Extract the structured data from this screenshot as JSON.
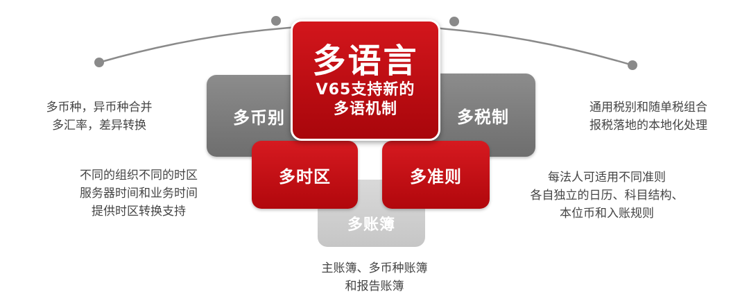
{
  "center": {
    "title": "多语言",
    "subtitle_line1": "V65支持新的",
    "subtitle_line2": "多语机制"
  },
  "tiles": {
    "currency": "多币别",
    "tax": "多税制",
    "timezone": "多时区",
    "accounting": "多准则",
    "ledger": "多账簿"
  },
  "descriptions": {
    "currency": [
      "多币种，异币种合并",
      "多汇率，差异转换"
    ],
    "timezone": [
      "不同的组织不同的时区",
      "服务器时间和业务时间",
      "提供时区转换支持"
    ],
    "tax": [
      "通用税别和随单税组合",
      "报税落地的本地化处理"
    ],
    "accounting": [
      "每法人可适用不同准则",
      "各自独立的日历、科目结构、",
      "本位币和入账规则"
    ],
    "ledger": [
      "主账簿、多币种账簿",
      "和报告账簿"
    ]
  },
  "colors": {
    "red": "#c8101a",
    "gray": "#7d7d7d",
    "light_gray": "#d0d0d0",
    "arc": "#8a8a8a",
    "text": "#444444"
  }
}
